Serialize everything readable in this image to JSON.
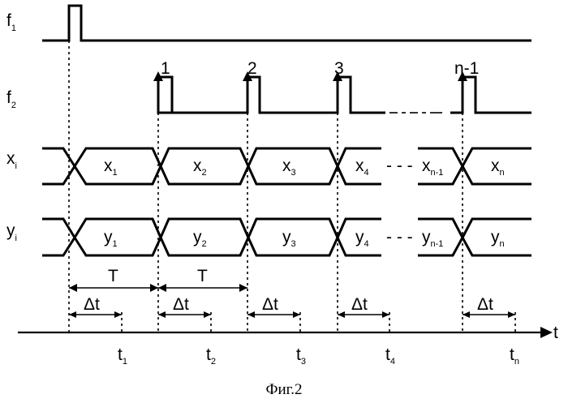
{
  "signals": {
    "f1": {
      "main": "f",
      "sub": "1"
    },
    "f2": {
      "main": "f",
      "sub": "2"
    },
    "x": {
      "main": "x",
      "sub": "i"
    },
    "y": {
      "main": "y",
      "sub": "i"
    }
  },
  "pulse_labels": [
    "1",
    "2",
    "3",
    "n-1"
  ],
  "x_cells": [
    {
      "main": "x",
      "sub": "1"
    },
    {
      "main": "x",
      "sub": "2"
    },
    {
      "main": "x",
      "sub": "3"
    },
    {
      "main": "x",
      "sub": "4"
    },
    {
      "main": "x",
      "sub": "n-1"
    },
    {
      "main": "x",
      "sub": "n"
    }
  ],
  "y_cells": [
    {
      "main": "y",
      "sub": "1"
    },
    {
      "main": "y",
      "sub": "2"
    },
    {
      "main": "y",
      "sub": "3"
    },
    {
      "main": "y",
      "sub": "4"
    },
    {
      "main": "y",
      "sub": "n-1"
    },
    {
      "main": "y",
      "sub": "n"
    }
  ],
  "period_label": "T",
  "delta_label": "Δt",
  "t_ticks": [
    {
      "main": "t",
      "sub": "1"
    },
    {
      "main": "t",
      "sub": "2"
    },
    {
      "main": "t",
      "sub": "3"
    },
    {
      "main": "t",
      "sub": "4"
    },
    {
      "main": "t",
      "sub": "n"
    }
  ],
  "axis_label": "t",
  "ellipsis": "- - -",
  "caption": "Фиг.2"
}
